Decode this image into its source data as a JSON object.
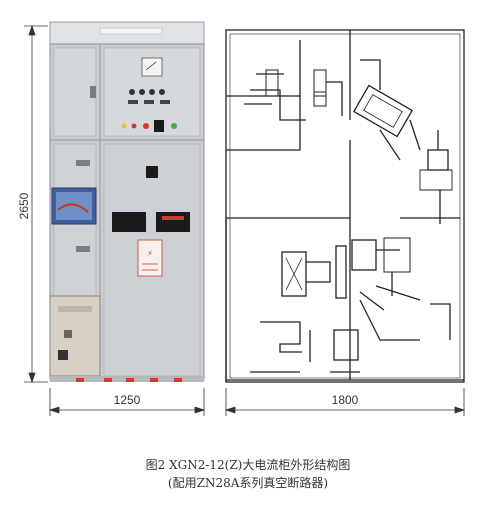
{
  "dimensions": {
    "height_label": "2650",
    "front_width_label": "1250",
    "side_width_label": "1800"
  },
  "front_panel": {
    "accent_colors": {
      "panel": "#c9ccd1",
      "indicator_red": "#d23a2a",
      "indicator_green": "#3fae4b",
      "indicator_yellow": "#e2c531",
      "display": "#1b1b1b"
    }
  },
  "caption": {
    "line1": "图2 XGN2-12(Z)大电流柜外形结构图",
    "line2": "(配用ZN28A系列真空断路器)"
  }
}
